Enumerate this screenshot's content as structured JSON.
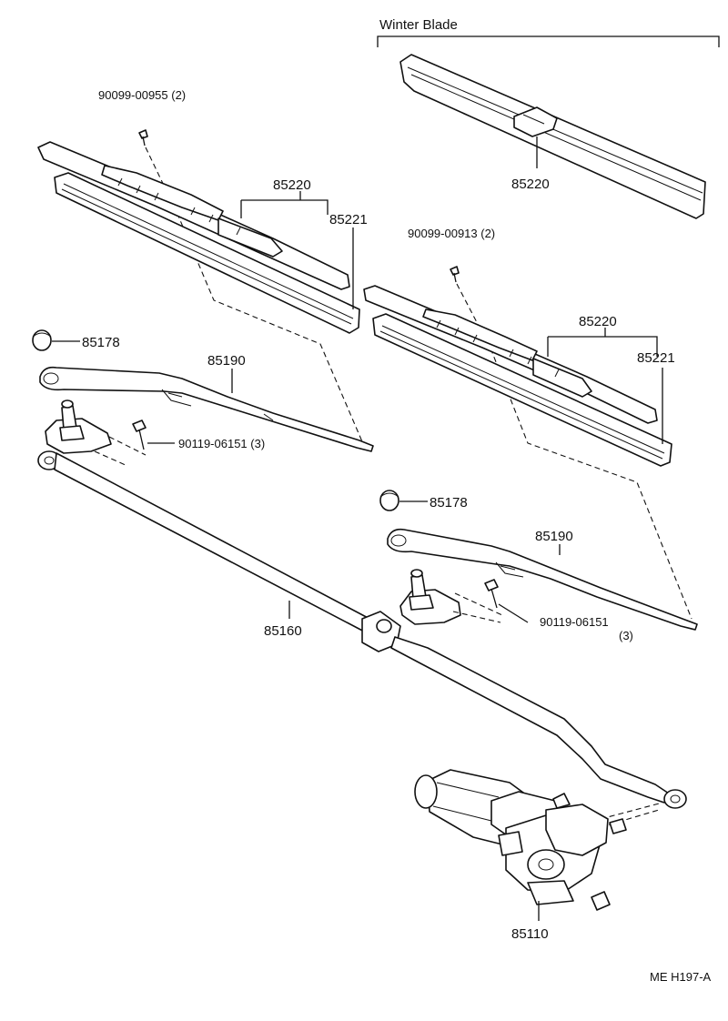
{
  "labels": {
    "winter_blade_title": "Winter Blade",
    "winter_blade_part": "85220",
    "screw_left": "90099-00955 (2)",
    "screw_right": "90099-00913 (2)",
    "blade_left": "85220",
    "refill_left": "85221",
    "blade_right": "85220",
    "refill_right": "85221",
    "cap_left": "85178",
    "cap_right": "85178",
    "arm_left": "85190",
    "arm_right": "85190",
    "bolt_left": "90119-06151 (3)",
    "bolt_right": "90119-06151",
    "bolt_right_qty": "(3)",
    "link": "85160",
    "motor": "85110",
    "diagram_code": "ME H197-A"
  }
}
